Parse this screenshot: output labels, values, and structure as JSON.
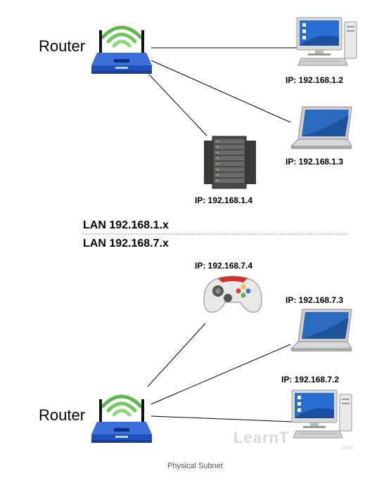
{
  "top_network": {
    "router_label": "Router",
    "desktop_ip": "IP: 192.168.1.2",
    "laptop_ip": "IP: 192.168.1.3",
    "server_ip": "IP: 192.168.1.4",
    "lan_label": "LAN 192.168.1.x"
  },
  "bottom_network": {
    "lan_label": "LAN 192.168.7.x",
    "console_ip": "IP: 192.168.7.4",
    "laptop_ip": "IP: 192.168.7.3",
    "desktop_ip": "IP: 192.168.7.2",
    "router_label": "Router"
  },
  "watermark": {
    "text": "LearnT",
    "sub": ".com"
  },
  "caption": "Physical Subnet",
  "icons": [
    "router-icon",
    "desktop-computer-icon",
    "laptop-icon",
    "server-rack-icon",
    "game-controller-icon"
  ],
  "colors": {
    "router_blue": "#1f4fb8",
    "wifi_green": "#5cb84a",
    "line": "#000000",
    "divider": "#888888",
    "controller_red": "#d2332a"
  }
}
